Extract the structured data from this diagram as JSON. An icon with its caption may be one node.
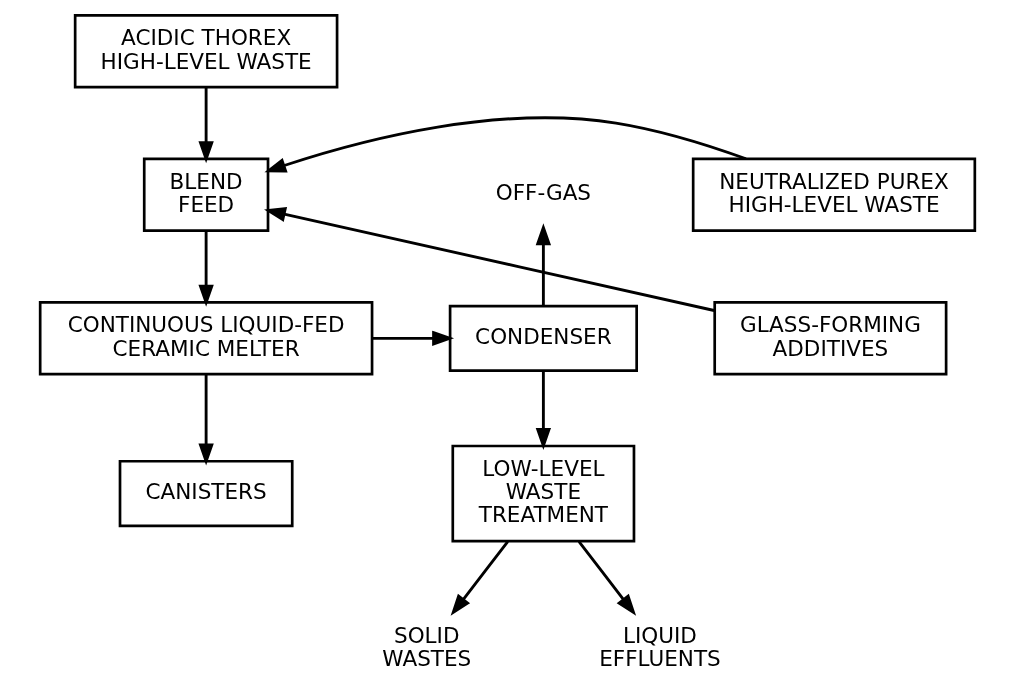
{
  "diagram": {
    "nodes": [
      {
        "text": [
          "ACIDIC THOREX HIGH-LEVEL WASTE"
        ]
      },
      {
        "text": [
          "NEUTRALIZED PUREX HIGH-LEVEL WASTE"
        ]
      },
      {
        "text": [
          "BLEND FEED"
        ]
      },
      {
        "text": [
          "GLASS-FORMING ADDITIVES"
        ]
      },
      {
        "text": [
          "CONTINUOUS LIQUID-FED CERAMIC MELTER"
        ]
      },
      {
        "text": [
          "CONDENSER"
        ]
      },
      {
        "text": [
          "OFF-GAS"
        ]
      },
      {
        "text": [
          "LOW-LEVEL WASTE TREATMENT"
        ]
      },
      {
        "text": [
          "CANISTERS"
        ]
      },
      {
        "text": [
          "SOLID WASTES"
        ]
      },
      {
        "text": [
          "LIQUID EFFLUENTS"
        ]
      }
    ],
    "edges": [
      {
        "from": 0,
        "to": 2,
        "arrow": "to"
      },
      {
        "from": 1,
        "to": 2,
        "arrow": "to"
      },
      {
        "from": 3,
        "to": 2,
        "arrow": "to"
      },
      {
        "from": 2,
        "to": 4,
        "arrow": "to"
      },
      {
        "from": 4,
        "to": 5,
        "arrow": "to"
      },
      {
        "from": 5,
        "to": 6,
        "arrow": "to"
      },
      {
        "from": 4,
        "to": 8,
        "arrow": "to"
      },
      {
        "from": 5,
        "to": 7,
        "arrow": "to"
      },
      {
        "from": 7,
        "to": 9,
        "arrow": "to"
      },
      {
        "from": 7,
        "to": 10,
        "arrow": "to"
      }
    ]
  }
}
